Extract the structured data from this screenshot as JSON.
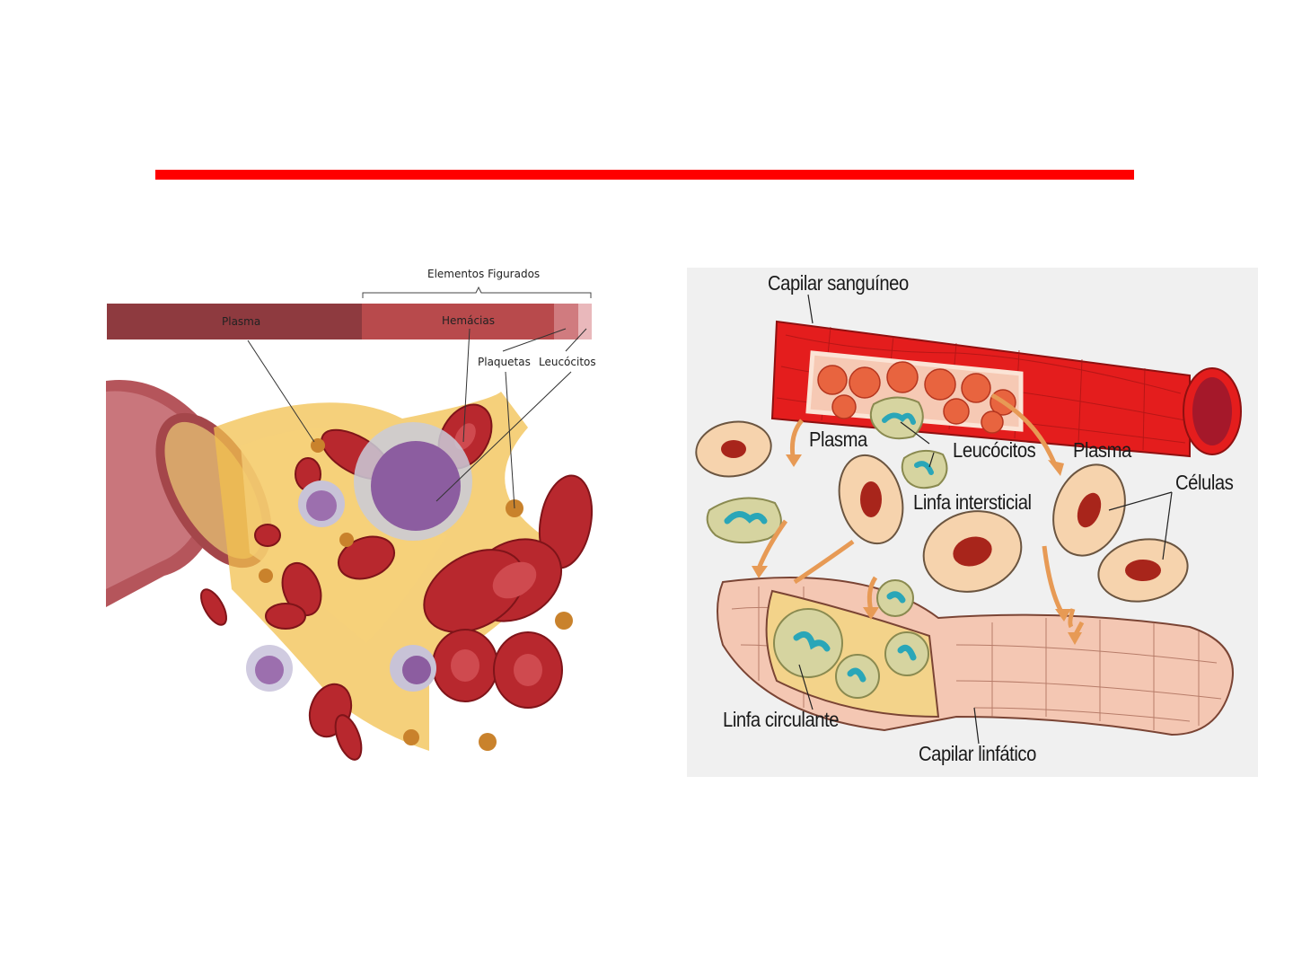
{
  "slide": {
    "accent_color": "#ff0000"
  },
  "left_figure": {
    "group_label": "Elementos Figurados",
    "bar_labels": {
      "plasma": "Plasma",
      "hemacias": "Hemácias",
      "plaquetas": "Plaquetas",
      "leucocitos": "Leucócitos"
    },
    "colors": {
      "plasma": "#8e3a3f",
      "hemacias": "#b84a4c",
      "plaquetas": "#d07b7f",
      "leucocitos": "#e9b8bb"
    }
  },
  "right_figure": {
    "labels": {
      "capilar_sanguineo": "Capilar sanguíneo",
      "plasma_left": "Plasma",
      "leucocitos": "Leucócitos",
      "plasma_right": "Plasma",
      "celulas": "Células",
      "linfa_intersticial": "Linfa intersticial",
      "linfa_circulante": "Linfa circulante",
      "capilar_linfatico": "Capilar linfático"
    },
    "colors": {
      "blood_vessel": "#e41d1d",
      "cell": "#f6d3ad",
      "nucleus": "#a8251b",
      "lymph_vessel": "#f4c7b3",
      "lymph": "#f3d38a",
      "leukocyte_nucleus": "#2aa6b8",
      "arrow": "#e79a55"
    }
  }
}
